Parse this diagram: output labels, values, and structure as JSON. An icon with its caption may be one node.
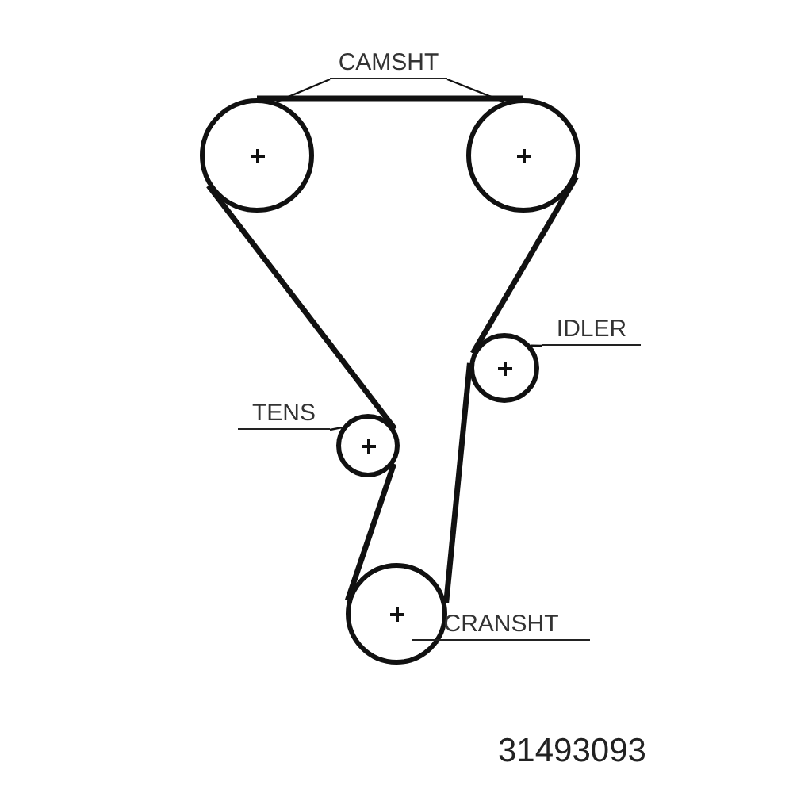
{
  "diagram": {
    "nodes": [
      {
        "text": [
          "CAMSHT"
        ]
      },
      {
        "text": [],
        "shape": "circle"
      },
      {
        "text": [],
        "shape": "circle"
      },
      {
        "text": [
          "IDLER"
        ]
      },
      {
        "text": [],
        "shape": "circle"
      },
      {
        "text": [
          "TENS"
        ]
      },
      {
        "text": [],
        "shape": "circle"
      },
      {
        "text": [],
        "shape": "circle"
      },
      {
        "text": [
          "CRANSHT"
        ]
      }
    ],
    "edges": [
      {
        "from": 0,
        "to": 1,
        "arrow": "none"
      },
      {
        "from": 0,
        "to": 2,
        "arrow": "none"
      },
      {
        "from": 3,
        "to": 4,
        "arrow": "none"
      },
      {
        "from": 5,
        "to": 6,
        "arrow": "none"
      },
      {
        "from": 8,
        "to": 7,
        "arrow": "none"
      },
      {
        "from": 1,
        "to": 2,
        "arrow": "none",
        "style": "thick"
      },
      {
        "from": 1,
        "to": 6,
        "arrow": "none",
        "style": "thick"
      },
      {
        "from": 6,
        "to": 7,
        "arrow": "none",
        "style": "thick"
      },
      {
        "from": 7,
        "to": 4,
        "arrow": "none",
        "style": "thick"
      },
      {
        "from": 4,
        "to": 2,
        "arrow": "none",
        "style": "thick"
      }
    ],
    "labels": [
      "31493093"
    ]
  }
}
